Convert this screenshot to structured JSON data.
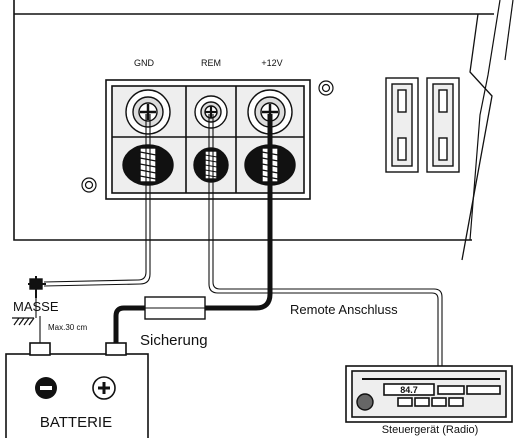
{
  "terminals": {
    "gnd": "GND",
    "rem": "REM",
    "plus12v": "+12V"
  },
  "labels": {
    "masse": "MASSE",
    "max_length": "Max.30 cm",
    "remote": "Remote Anschluss",
    "fuse": "Sicherung",
    "battery": "BATTERIE",
    "head_unit": "Steuergerät (Radio)",
    "radio_display": "84.7"
  },
  "icons": {
    "battery_negative": "minus-icon",
    "battery_positive": "plus-icon",
    "ground_symbol": "ground-icon"
  },
  "colors": {
    "line": "#111111",
    "fill": "#ffffff",
    "shade": "#dcdcdc"
  }
}
